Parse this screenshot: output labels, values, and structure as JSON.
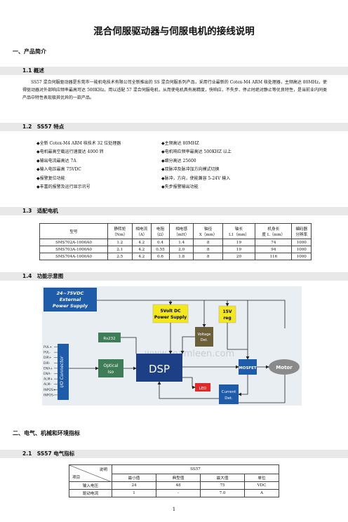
{
  "title": "混合伺服驱动器与伺服电机的接线说明",
  "sections": {
    "s1": "一、产品简介",
    "s1_1": "1.1 概述",
    "s1_2": "1.2　SS57 特点",
    "s1_3": "1.3　适配电机",
    "s1_4": "1.4　功能示意图",
    "s2": "二、电气、机械和环境指标",
    "s2_1": "2.1　SS57 电气指标"
  },
  "overview": "SS57 混合伺服驱动器是东莞市一能机电技术有限公司全新推出的 SS 混合伺服系列产品，采用行业最新的 Cotex-M4 ARM 核处理器，主频高达 80MHz，使得驱动器对外部响应频率最高可达 500KHz。用以适配 57 混合伺服电机，从而使电机具有高精度，快响应，不失步、停止时绝对静止等优良特性，是当前业内同类产品中特性表现极其优异的一款产品。",
  "features": [
    [
      "◆全新 Cotex-M4 ARM 核技术 32 位处理器",
      "◆主频高达 80MHZ"
    ],
    [
      "◆电机最高空载运行速度达 4000 转",
      "◆电机响应频率最高达 500KHZ 以上"
    ],
    [
      "◆输出电流最高达 7A",
      "◆细分高达 25600"
    ],
    [
      "◆输入电压最高 75VDC",
      "◆双脉冲及脉冲加方向模式切换"
    ],
    [
      "◆报警复位功能",
      "◆脉冲，方向，使能兼容 5-24V 输入"
    ],
    [
      "◆丰富的报警及运行显示讯号",
      "◆失步报警输出功能"
    ]
  ],
  "motor_table": {
    "headers": [
      [
        "型号",
        ""
      ],
      [
        "静转矩",
        "（Nm）"
      ],
      [
        "相电流",
        "（A）"
      ],
      [
        "电阻",
        "（Ω）"
      ],
      [
        "相电感",
        "（mH）"
      ],
      [
        "轴径",
        "X（mm）"
      ],
      [
        "轴长",
        "L1（mm）"
      ],
      [
        "机身长",
        "度 L（mm）"
      ],
      [
        "编码器",
        "分辨率"
      ]
    ],
    "rows": [
      [
        "SMS702A-1000A0",
        "1.2",
        "4.2",
        "0.4",
        "1.4",
        "8",
        "19",
        "74",
        "1000"
      ],
      [
        "SMS703A-1000A0",
        "2.1",
        "4.2",
        "0.55",
        "2.0",
        "8",
        "19",
        "94",
        "1000"
      ],
      [
        "SMS704A-1000A0",
        "2.5",
        "4.2",
        "0.6",
        "1.8",
        "8",
        "20",
        "116",
        "1000"
      ]
    ]
  },
  "diagram": {
    "ext_power": [
      "24~75VDC",
      "External",
      "Power Supply"
    ],
    "power5v": [
      "5Volt DC",
      "Power Supply"
    ],
    "reg15v": [
      "15V",
      "reg"
    ],
    "voltage_det": [
      "Voltage",
      "Det."
    ],
    "rs232": "Rs232",
    "io_connector": "I/O Connector",
    "optical": [
      "Optical",
      "Iso"
    ],
    "dsp": "DSP",
    "mosfet": "MOSFET",
    "motor": "Motor",
    "led": "LED",
    "current_det": [
      "Current",
      "Det."
    ],
    "watermark": "www.teamleen.com",
    "pins": [
      "PUL+",
      "PUL-",
      "DIR+",
      "DIR-",
      "ENA+",
      "ENA-",
      "ALM+",
      "ALM-",
      "INPOS+",
      "INPOS-"
    ]
  },
  "elec_table": {
    "corner_top": "说明",
    "corner_bottom": "项目",
    "group": "SS57",
    "cols": [
      "最小值",
      "典型值",
      "最大值",
      "单位"
    ],
    "rows": [
      [
        "输入电压",
        "24",
        "48",
        "75",
        "VDC"
      ],
      [
        "驱动电流",
        "1",
        "-",
        "7.0",
        "A"
      ]
    ]
  },
  "page_number": "1",
  "colors": {
    "blue": "#1e5ba8",
    "dark_blue": "#1d3f86",
    "olive": "#6b5f3a",
    "green": "#3e7d57",
    "yellow": "#f3e81b",
    "red": "#e02a2a",
    "gray": "#8a8a8a"
  }
}
